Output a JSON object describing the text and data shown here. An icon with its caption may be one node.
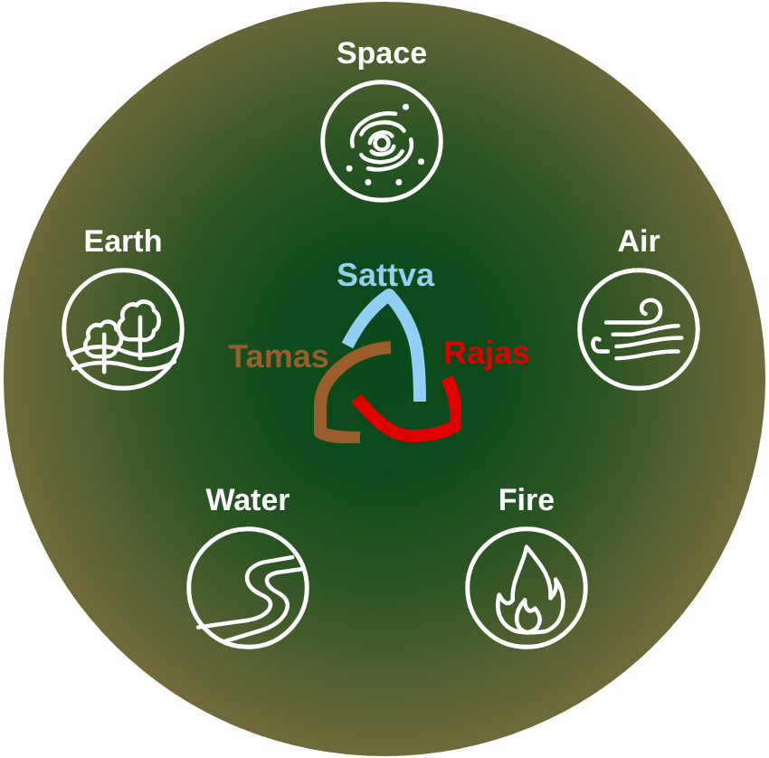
{
  "diagram": {
    "nodes": [
      {
        "text": [],
        "shape": "circle"
      },
      {
        "text": [
          "Space"
        ],
        "in": 0
      },
      {
        "text": [
          "Earth"
        ],
        "in": 0
      },
      {
        "text": [
          "Air"
        ],
        "in": 0
      },
      {
        "text": [
          "Water"
        ],
        "in": 0
      },
      {
        "text": [
          "Fire"
        ],
        "in": 0
      }
    ],
    "labels": [
      "Sattva",
      "Tamas",
      "Rajas"
    ]
  }
}
